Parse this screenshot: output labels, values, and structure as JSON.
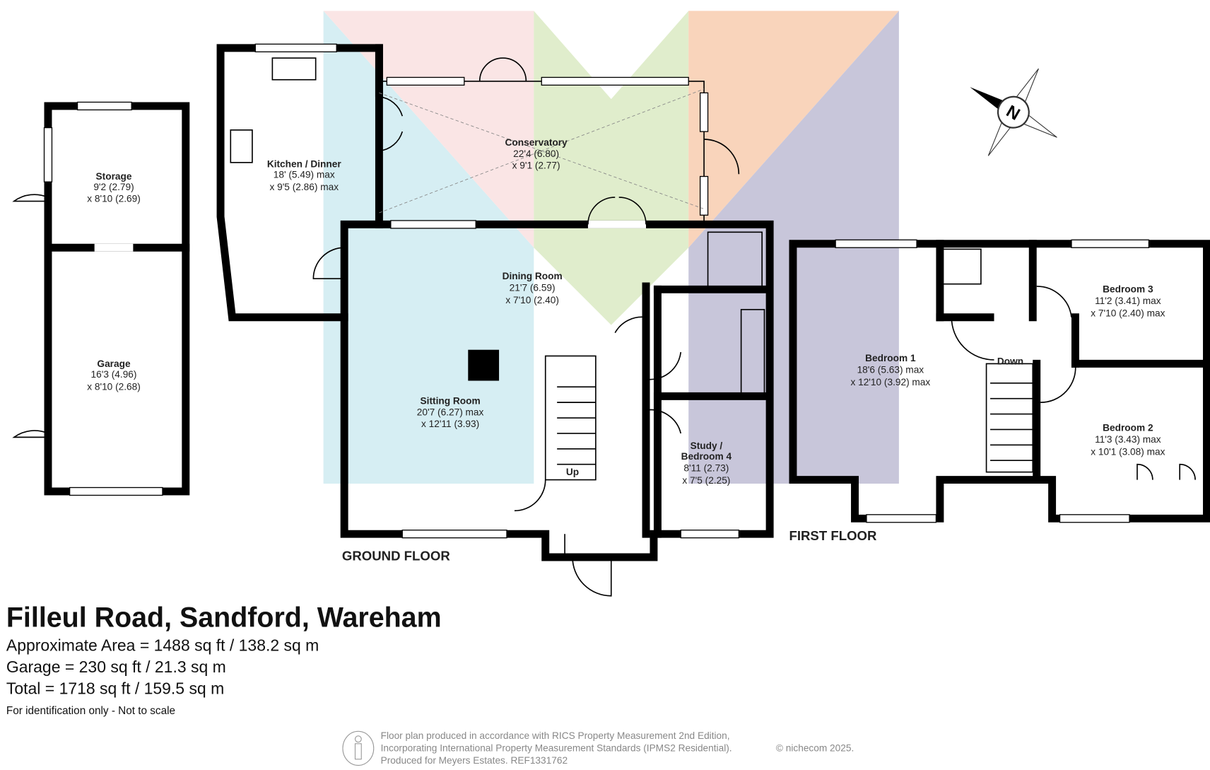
{
  "title": "Filleul Road, Sandford, Wareham",
  "areas": {
    "approximate": "Approximate Area = 1488 sq ft / 138.2 sq m",
    "garage": "Garage = 230 sq ft / 21.3 sq m",
    "total": "Total = 1718 sq ft / 159.5 sq m"
  },
  "disclaimer": "For identification only - Not to scale",
  "floors": {
    "ground": "GROUND FLOOR",
    "first": "FIRST FLOOR"
  },
  "stairs": {
    "up": "Up",
    "down": "Down"
  },
  "compass_letter": "N",
  "rooms": {
    "storage": {
      "name": "Storage",
      "dim1": "9'2 (2.79)",
      "dim2": "x 8'10 (2.69)"
    },
    "garage": {
      "name": "Garage",
      "dim1": "16'3 (4.96)",
      "dim2": "x 8'10 (2.68)"
    },
    "kitchen": {
      "name": "Kitchen / Dinner",
      "dim1": "18' (5.49) max",
      "dim2": "x 9'5 (2.86) max"
    },
    "conservatory": {
      "name": "Conservatory",
      "dim1": "22'4 (6.80)",
      "dim2": "x 9'1 (2.77)"
    },
    "dining": {
      "name": "Dining Room",
      "dim1": "21'7 (6.59)",
      "dim2": "x 7'10 (2.40)"
    },
    "sitting": {
      "name": "Sitting Room",
      "dim1": "20'7 (6.27) max",
      "dim2": "x 12'11 (3.93)"
    },
    "study": {
      "name": "Study /",
      "name2": "Bedroom 4",
      "dim1": "8'11 (2.73)",
      "dim2": "x 7'5 (2.25)"
    },
    "bedroom1": {
      "name": "Bedroom 1",
      "dim1": "18'6 (5.63) max",
      "dim2": "x 12'10 (3.92) max"
    },
    "bedroom2": {
      "name": "Bedroom 2",
      "dim1": "11'3 (3.43) max",
      "dim2": "x 10'1 (3.08) max"
    },
    "bedroom3": {
      "name": "Bedroom 3",
      "dim1": "11'2 (3.41) max",
      "dim2": "x 7'10 (2.40) max"
    }
  },
  "footer": {
    "line1": "Floor plan produced in accordance with RICS Property Measurement 2nd Edition,",
    "line2": "Incorporating International Property Measurement Standards (IPMS2 Residential).",
    "copyright": "© nichecom 2025.",
    "line3": "Produced for Meyers Estates.   REF1331762"
  },
  "colors": {
    "blue": "#d6eef3",
    "pink": "#fae5e5",
    "green": "#e0edcc",
    "orange": "#f9d4bb",
    "purple": "#c8c6da"
  }
}
